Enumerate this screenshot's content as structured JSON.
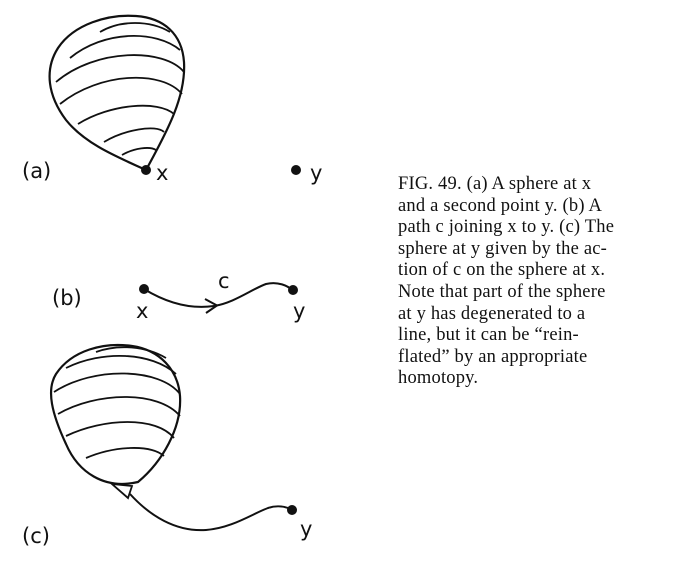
{
  "figure": {
    "panel_labels": {
      "a": "(a)",
      "b": "(b)",
      "c": "(c)"
    },
    "point_labels": {
      "a_x": "x",
      "a_y": "y",
      "b_x": "x",
      "b_y": "y",
      "b_path": "c",
      "c_y": "y"
    }
  },
  "caption": {
    "lines": [
      "FIG. 49.  (a) A sphere at x",
      "and a second point y.  (b) A",
      "path c joining x to y.  (c) The",
      "sphere at y given by the ac-",
      "tion of c on the sphere at x.",
      "Note that part of the sphere",
      "at y has degenerated to a",
      "line, but it can be “rein-",
      "flated” by an appropriate",
      "homotopy."
    ]
  },
  "colors": {
    "ink": "#111111",
    "background": "#ffffff"
  }
}
